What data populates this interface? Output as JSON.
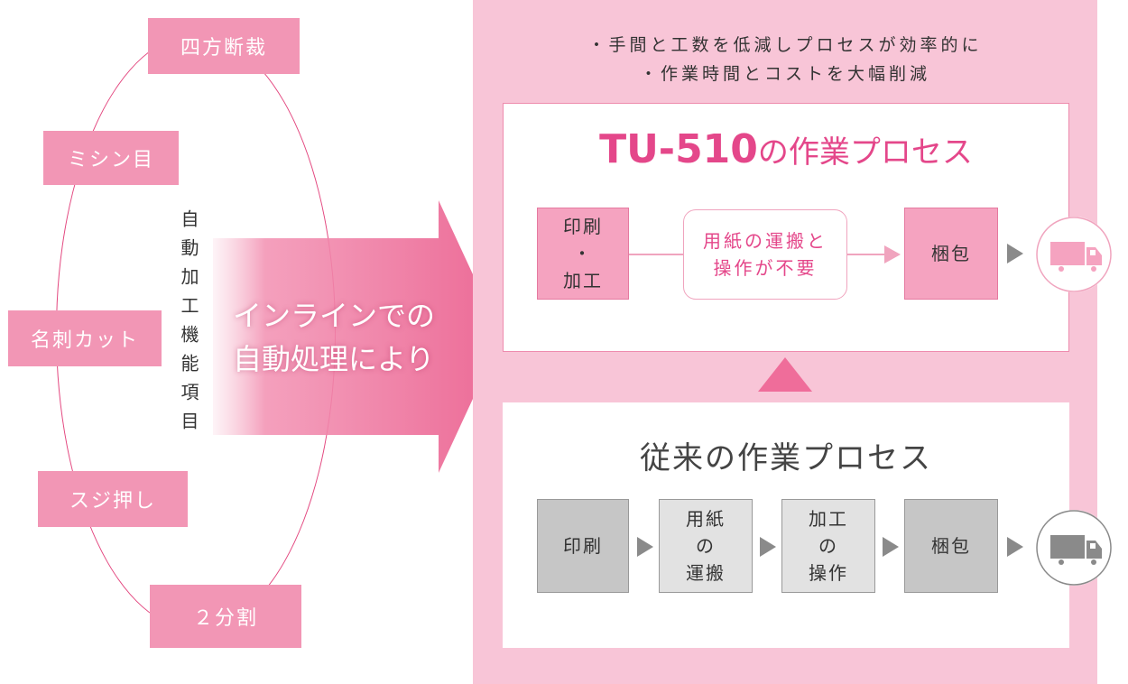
{
  "features": {
    "top": "四方断裁",
    "perforation": "ミシン目",
    "card_cut": "名刺カット",
    "crease": "スジ押し",
    "split": "２分割"
  },
  "auto_label": "自動加工機能項目",
  "arrow_text": {
    "line1": "インラインでの",
    "line2": "自動処理により"
  },
  "benefits": {
    "line1": "・手間と工数を低減しプロセスが効率的に",
    "line2": "・作業時間とコストを大幅削減"
  },
  "new_process": {
    "title_model": "TU-510",
    "title_suffix": "の作業プロセス",
    "step1_line1": "印刷",
    "step1_line2": "・",
    "step1_line3": "加工",
    "note_line1": "用紙の運搬と",
    "note_line2": "操作が不要",
    "step2": "梱包"
  },
  "old_process": {
    "title": "従来の作業プロセス",
    "step1": "印刷",
    "step2_line1": "用紙",
    "step2_line2": "の",
    "step2_line3": "運搬",
    "step3_line1": "加工",
    "step3_line2": "の",
    "step3_line3": "操作",
    "step4": "梱包"
  },
  "colors": {
    "panel": "#f8c5d7",
    "accent": "#e4478a",
    "feature": "#f296b5",
    "gray": "#8a8a8a"
  }
}
